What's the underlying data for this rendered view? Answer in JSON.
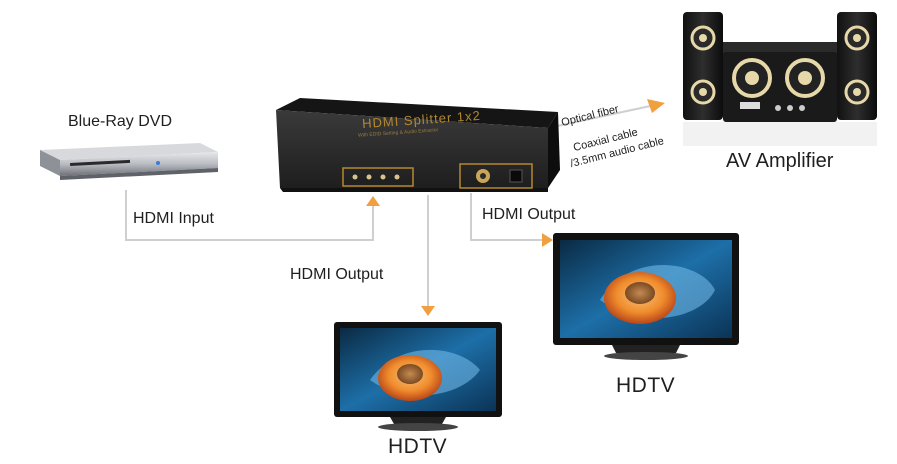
{
  "devices": {
    "dvd": {
      "label": "Blue-Ray DVD"
    },
    "splitter": {
      "title": "HDMI Splitter 1x2",
      "subtitle": "With EDID Setting & Audio Extractor"
    },
    "amplifier": {
      "label": "AV Amplifier"
    },
    "tv_left": {
      "label": "HDTV"
    },
    "tv_right": {
      "label": "HDTV"
    }
  },
  "connections": {
    "hdmi_input": "HDMI Input",
    "hdmi_output_left": "HDMI Output",
    "hdmi_output_right": "HDMI Output",
    "optical": "Optical fiber",
    "coaxial": "Coaxial cable",
    "audio_cable": "/3.5mm audio cable"
  },
  "colors": {
    "arrow": "#f0a040",
    "line": "#cfcfcf",
    "device": "#2a2a2a",
    "gold": "#b5882e"
  }
}
